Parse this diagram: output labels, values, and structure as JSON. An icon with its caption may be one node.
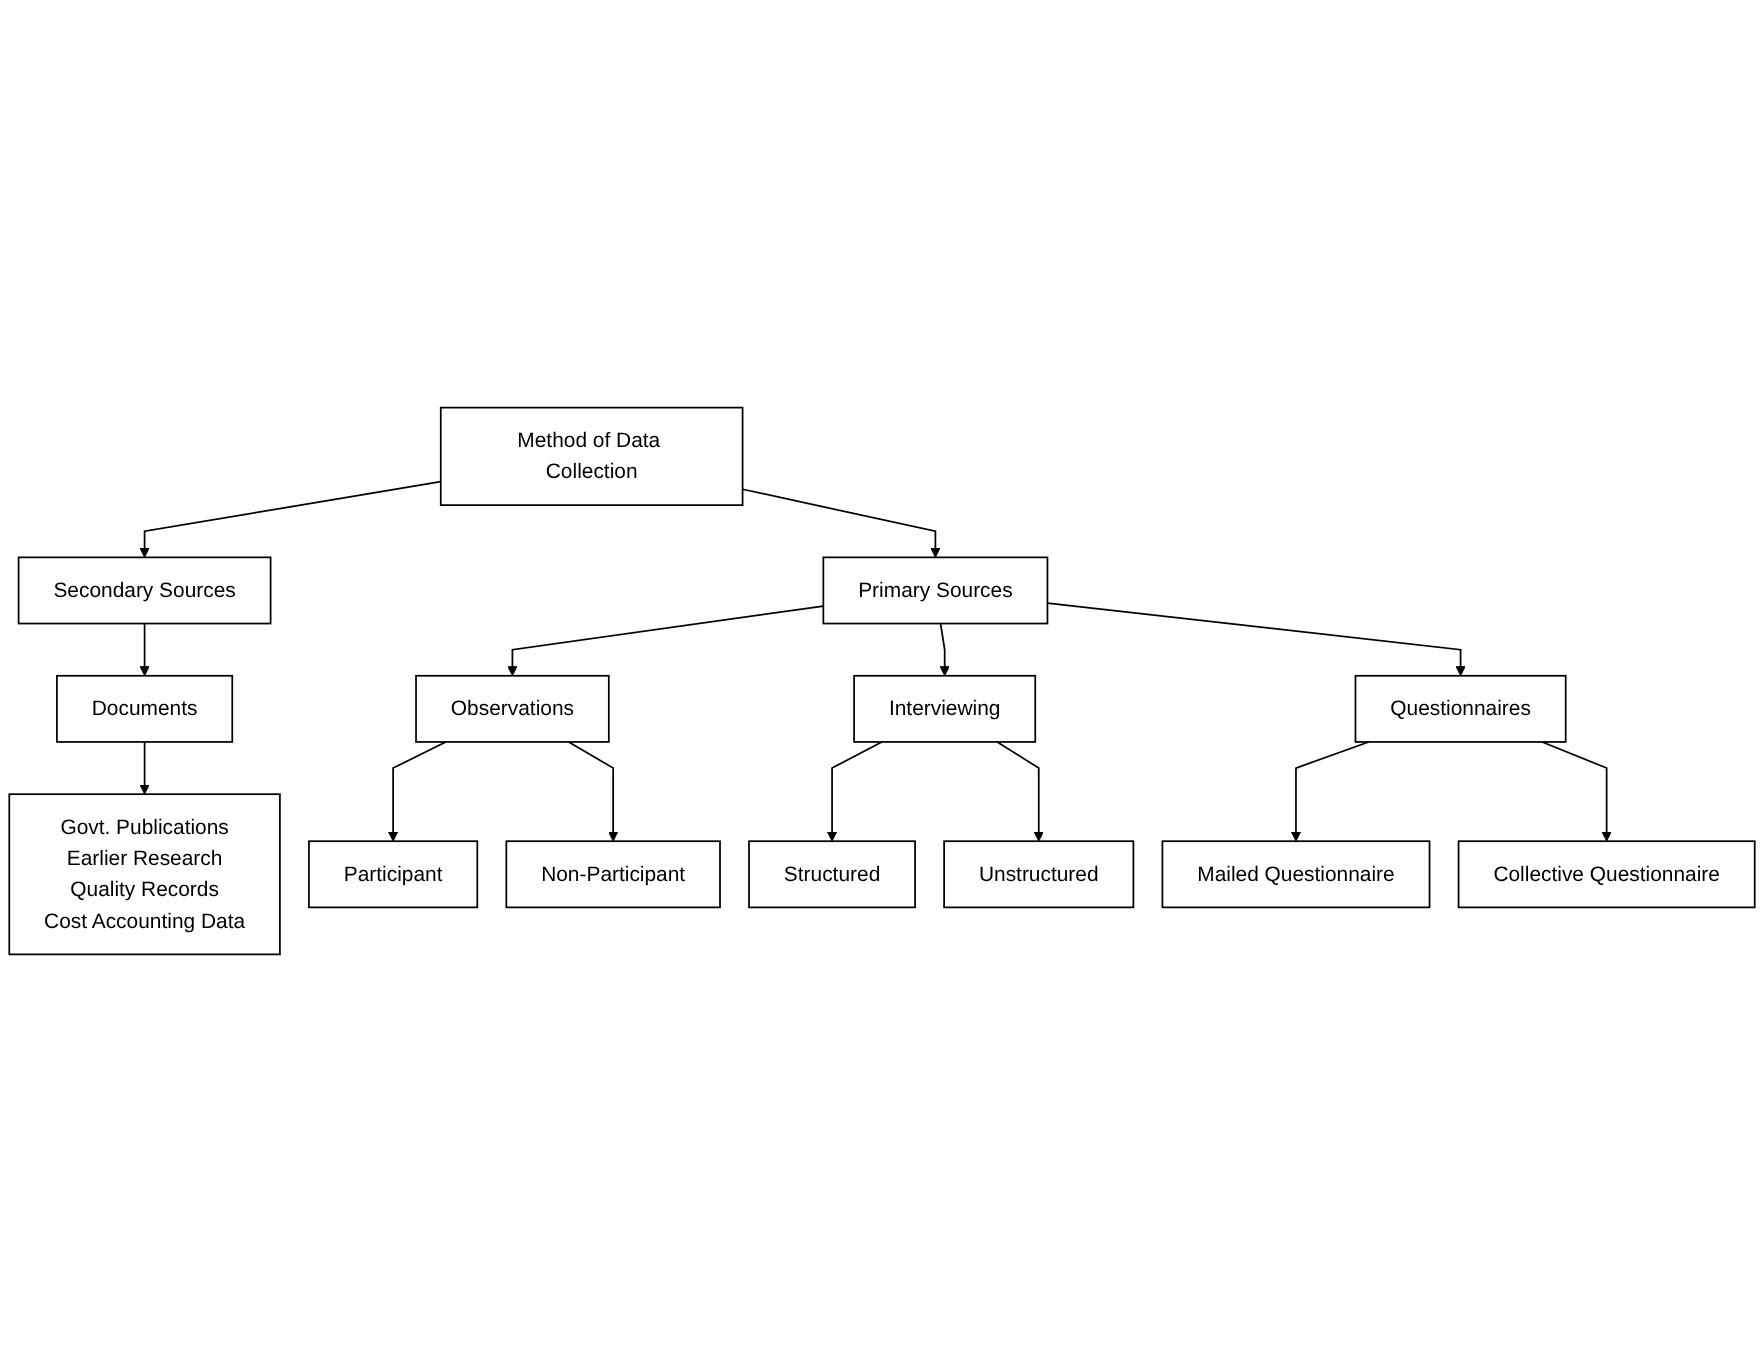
{
  "diagram": {
    "nodes": [
      {
        "text": [
          "Method of Data Collection"
        ]
      },
      {
        "text": [
          "Secondary Sources"
        ]
      },
      {
        "text": [
          "Primary Sources"
        ]
      },
      {
        "text": [
          "Documents"
        ]
      },
      {
        "text": [
          "Observations"
        ]
      },
      {
        "text": [
          "Interviewing"
        ]
      },
      {
        "text": [
          "Questionnaires"
        ]
      },
      {
        "text": [
          "Govt. Publications",
          "Earlier Research",
          "Quality Records",
          "Cost Accounting Data"
        ]
      },
      {
        "text": [
          "Participant"
        ]
      },
      {
        "text": [
          "Non-Participant"
        ]
      },
      {
        "text": [
          "Structured"
        ]
      },
      {
        "text": [
          "Unstructured"
        ]
      },
      {
        "text": [
          "Mailed Questionnaire"
        ]
      },
      {
        "text": [
          "Collective Questionnaire"
        ]
      }
    ],
    "edges": [
      {
        "from": 0,
        "to": 1,
        "arrow": "to"
      },
      {
        "from": 0,
        "to": 2,
        "arrow": "to"
      },
      {
        "from": 1,
        "to": 3,
        "arrow": "to"
      },
      {
        "from": 2,
        "to": 4,
        "arrow": "to"
      },
      {
        "from": 2,
        "to": 5,
        "arrow": "to"
      },
      {
        "from": 2,
        "to": 6,
        "arrow": "to"
      },
      {
        "from": 3,
        "to": 7,
        "arrow": "to"
      },
      {
        "from": 4,
        "to": 8,
        "arrow": "to"
      },
      {
        "from": 4,
        "to": 9,
        "arrow": "to"
      },
      {
        "from": 5,
        "to": 10,
        "arrow": "to"
      },
      {
        "from": 5,
        "to": 11,
        "arrow": "to"
      },
      {
        "from": 6,
        "to": 12,
        "arrow": "to"
      },
      {
        "from": 6,
        "to": 13,
        "arrow": "to"
      }
    ]
  }
}
